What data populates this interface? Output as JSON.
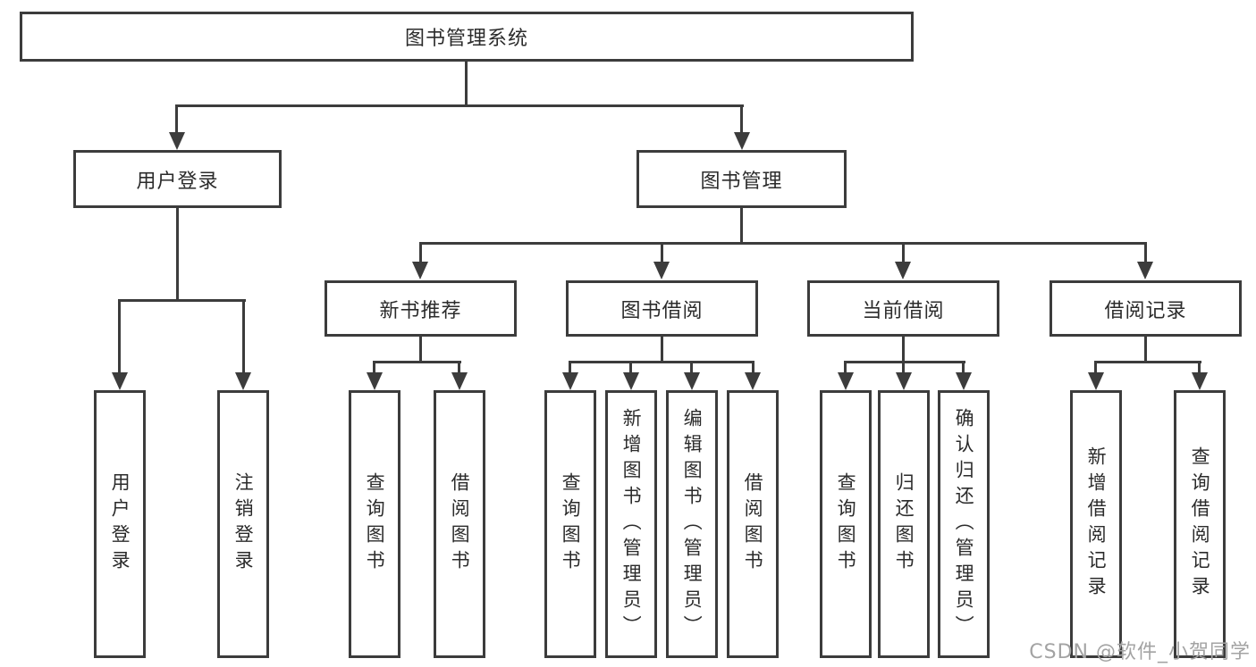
{
  "tree": {
    "root": {
      "label": "图书管理系统"
    },
    "branches": [
      {
        "label": "用户登录",
        "leaves": [
          "用户登录",
          "注销登录"
        ]
      },
      {
        "label": "图书管理",
        "groups": [
          {
            "label": "新书推荐",
            "leaves": [
              "查询图书",
              "借阅图书"
            ]
          },
          {
            "label": "图书借阅",
            "leaves": [
              "查询图书",
              "新增图书（管理员）",
              "编辑图书（管理员）",
              "借阅图书"
            ]
          },
          {
            "label": "当前借阅",
            "leaves": [
              "查询图书",
              "归还图书",
              "确认归还（管理员）"
            ]
          },
          {
            "label": "借阅记录",
            "leaves": [
              "新增借阅记录",
              "查询借阅记录"
            ]
          }
        ]
      }
    ]
  },
  "colors": {
    "line": "#3c3c3c",
    "box_border": "#3c3c3c",
    "text": "#2b2b2b",
    "background": "#ffffff",
    "watermark": "#a3a3a3"
  },
  "watermark": {
    "text": "CSDN @软件_小贺同学"
  }
}
